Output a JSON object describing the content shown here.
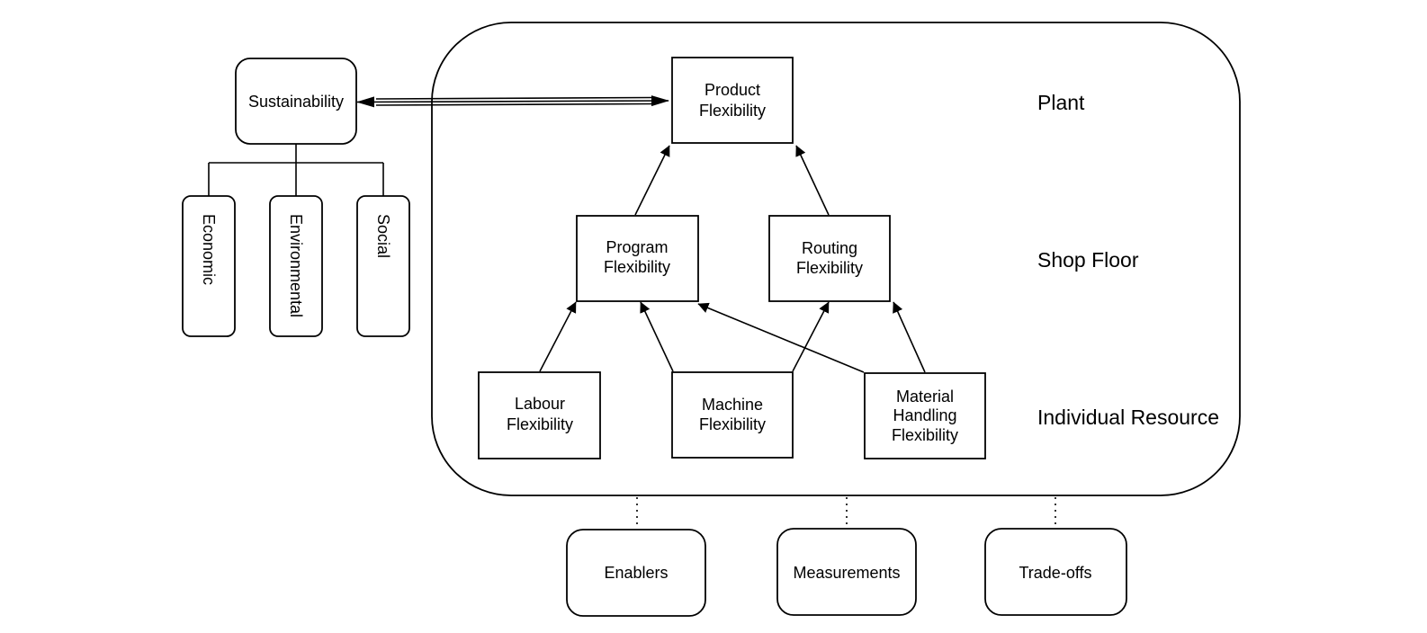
{
  "sustainability": {
    "label": "Sustainability",
    "pillars": [
      "Economic",
      "Environmental",
      "Social"
    ]
  },
  "flexibility": {
    "product": [
      "Product",
      "Flexibility"
    ],
    "program": [
      "Program",
      "Flexibility"
    ],
    "routing": [
      "Routing",
      "Flexibility"
    ],
    "labour": [
      "Labour",
      "Flexibility"
    ],
    "machine": [
      "Machine",
      "Flexibility"
    ],
    "material_handling": [
      "Material",
      "Handling",
      "Flexibility"
    ]
  },
  "levels": {
    "plant": "Plant",
    "shop_floor": "Shop Floor",
    "individual_resource": "Individual Resource"
  },
  "aspects": {
    "enablers": "Enablers",
    "measurements": "Measurements",
    "tradeoffs": "Trade-offs"
  }
}
